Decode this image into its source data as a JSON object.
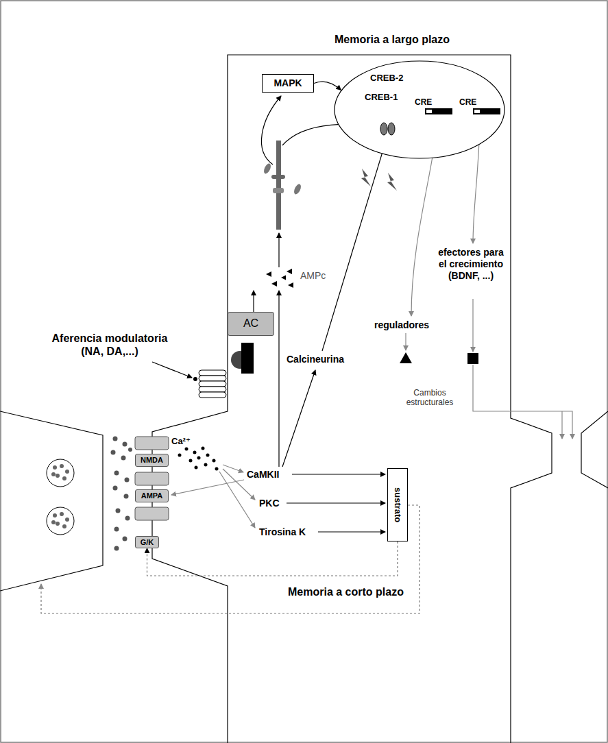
{
  "diagram": {
    "nodes": [
      {
        "text": [
          "MAPK"
        ]
      },
      {
        "text": [
          "CREB-2",
          "CREB-1",
          "CRE",
          "CRE"
        ]
      },
      {
        "text": [
          "AC"
        ]
      },
      {
        "text": [
          "NMDA"
        ]
      },
      {
        "text": [
          "AMPA"
        ]
      },
      {
        "text": [
          "G/K"
        ]
      },
      {
        "text": [
          "sustrato"
        ]
      }
    ],
    "edges": [
      {
        "from": 0,
        "to": 1,
        "arrow": "to"
      },
      {
        "from": 6,
        "to": 5,
        "arrow": "to"
      }
    ],
    "labels": [
      "Memoria a largo plazo",
      "efectores para el crecimiento (BDNF, ...)",
      "AMPc",
      "reguladores",
      "Aferencia modulatoria (NA, DA,...)",
      "Calcineurina",
      "Cambios estructurales",
      "Ca²⁺",
      "CaMKII",
      "PKC",
      "Tirosina K",
      "Memoria a corto plazo"
    ]
  }
}
